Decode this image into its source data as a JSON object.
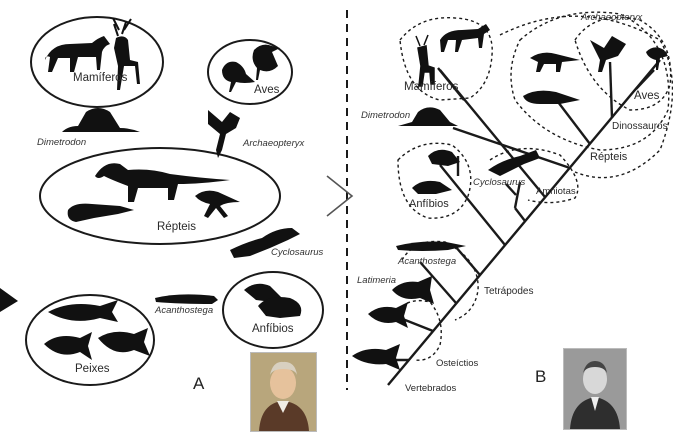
{
  "panel_a": {
    "mark": "A",
    "groups": {
      "mamiferos": "Mamíferos",
      "aves": "Aves",
      "repteis": "Répteis",
      "peixes": "Peixes",
      "anfibios": "Anfíbios"
    },
    "loose": {
      "dimetrodon": "Dimetrodon",
      "archaeopteryx": "Archaeopteryx",
      "cyclosaurus": "Cyclosaurus",
      "acanthostega": "Acanthostega"
    }
  },
  "panel_b": {
    "mark": "B",
    "taxa": {
      "mamiferos": "Mamíferos",
      "dimetrodon": "Dimetrodon",
      "archaeopteryx": "Archaeopteryx",
      "aves": "Aves",
      "dinossauros": "Dinossauros",
      "repteis": "Répteis",
      "anfibios": "Anfíbios",
      "cyclosaurus": "Cyclosaurus",
      "amniotas": "Amniotas",
      "acanthostega": "Acanthostega",
      "latimeria": "Latimeria",
      "tetrapodes": "Tetrápodes",
      "osteictios": "Osteíctios",
      "vertebrados": "Vertebrados"
    }
  },
  "colors": {
    "ink": "#111111",
    "line": "#1a1a1a",
    "background": "#ffffff"
  },
  "icons": [
    "horse-icon",
    "deer-icon",
    "bird-icon",
    "archaeopteryx-icon",
    "dimetrodon-icon",
    "dinosaur-icon",
    "lizard-icon",
    "amphibian-icon",
    "fish-icon",
    "arrow-icon",
    "portrait-linnaeus",
    "portrait-hennig"
  ]
}
